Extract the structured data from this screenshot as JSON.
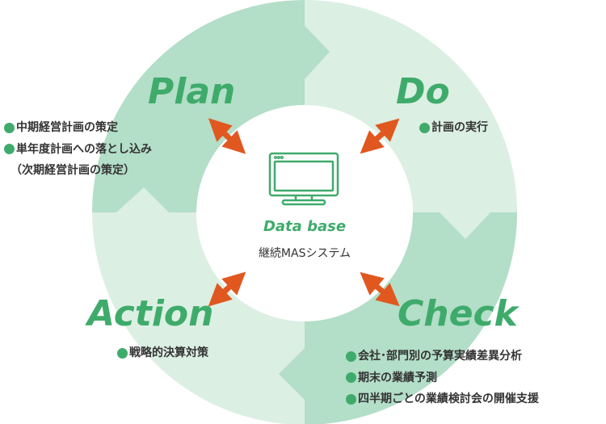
{
  "colors": {
    "dark_segment": "#b3dec8",
    "light_segment": "#dcefe3",
    "accent_green": "#3fab6b",
    "arrow_orange": "#e0581f"
  },
  "center": {
    "icon": "monitor-icon",
    "title": "Data base",
    "subtitle": "継続MASシステム"
  },
  "phases": {
    "plan": {
      "label": "Plan",
      "items": [
        "中期経営計画の策定",
        "単年度計画への落とし込み"
      ],
      "note": "（次期経営計画の策定）"
    },
    "do": {
      "label": "Do",
      "items": [
        "計画の実行"
      ]
    },
    "check": {
      "label": "Check",
      "items": [
        "会社･部門別の予算実績差異分析",
        "期末の業績予測",
        "四半期ごとの業績検討会の開催支援"
      ]
    },
    "action": {
      "label": "Action",
      "items": [
        "戦略的決算対策"
      ]
    }
  }
}
